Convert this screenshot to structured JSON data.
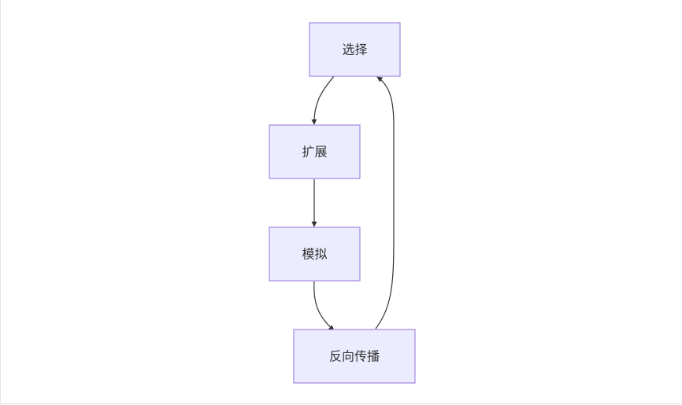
{
  "diagram": {
    "type": "flowchart",
    "nodes": [
      {
        "id": "select",
        "label": "选择"
      },
      {
        "id": "expand",
        "label": "扩展"
      },
      {
        "id": "simulate",
        "label": "模拟"
      },
      {
        "id": "backprop",
        "label": "反向传播"
      }
    ],
    "edges": [
      {
        "from": "select",
        "to": "expand"
      },
      {
        "from": "expand",
        "to": "simulate"
      },
      {
        "from": "simulate",
        "to": "backprop"
      },
      {
        "from": "backprop",
        "to": "select"
      }
    ],
    "colors": {
      "node_fill": "#ececff",
      "node_stroke": "#9370db",
      "edge": "#333333",
      "text": "#333333"
    }
  }
}
